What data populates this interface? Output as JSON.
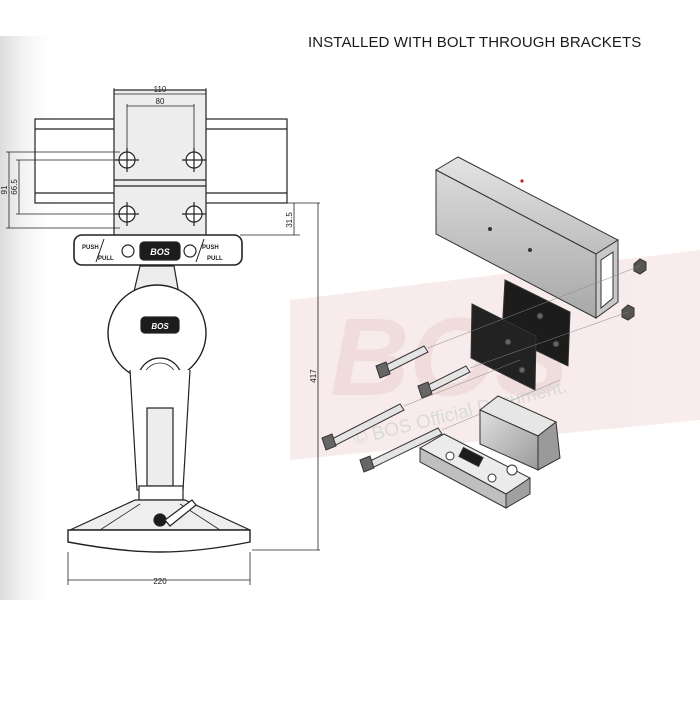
{
  "heading": "INSTALLED WITH BOLT THROUGH BRACKETS",
  "dimensions": {
    "top_outer": "110",
    "top_inner": "80",
    "left_outer": "91",
    "left_inner": "66.5",
    "right_gap": "31.5",
    "total_height": "417",
    "base_width": "220"
  },
  "handle": {
    "push_left": "PUSH",
    "pull_left": "PULL",
    "push_right": "PUSH",
    "pull_right": "PULL",
    "logo": "BOS"
  },
  "plate_logo": "BOS",
  "watermark": {
    "brand": "BOS",
    "text": "© BOS Official Document."
  },
  "colors": {
    "line": "#222222",
    "fill_light": "#eeeeee",
    "fill_dark": "#1c1c1c",
    "watermark": "#e9c9c9"
  }
}
